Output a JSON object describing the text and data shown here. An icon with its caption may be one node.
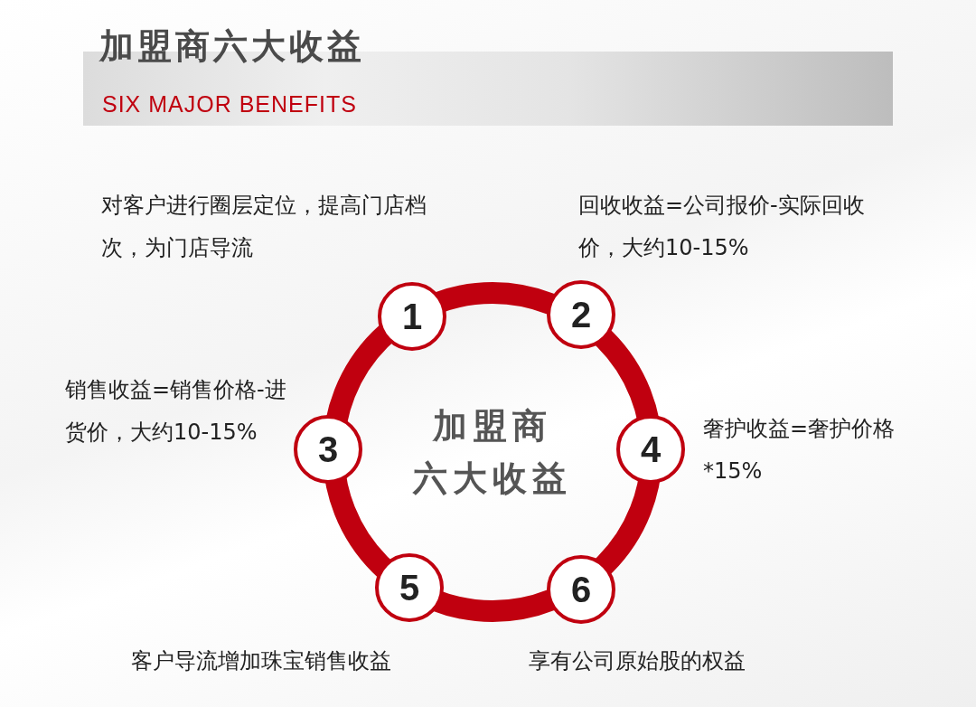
{
  "diagram": {
    "title": "加盟商六大收益",
    "nodes": [
      {
        "text": [
          "加盟商",
          "六大收益"
        ]
      },
      {
        "text": [
          "1"
        ],
        "beside": [
          "对客户进行圈层定位，提高门店档次，为门店导流"
        ]
      },
      {
        "text": [
          "2"
        ],
        "beside": [
          "回收收益=公司报价-实际回收价，大约10-15%"
        ]
      },
      {
        "text": [
          "3"
        ],
        "beside": [
          "销售收益=销售价格-进货价，大约10-15%"
        ]
      },
      {
        "text": [
          "4"
        ],
        "beside": [
          "奢护收益=奢护价格*15%"
        ]
      },
      {
        "text": [
          "5"
        ],
        "beside": [
          "客户导流增加珠宝销售收益"
        ]
      },
      {
        "text": [
          "6"
        ],
        "beside": [
          "享有公司原始股的权益"
        ]
      }
    ],
    "labels": [
      "SIX MAJOR BENEFITS"
    ]
  }
}
